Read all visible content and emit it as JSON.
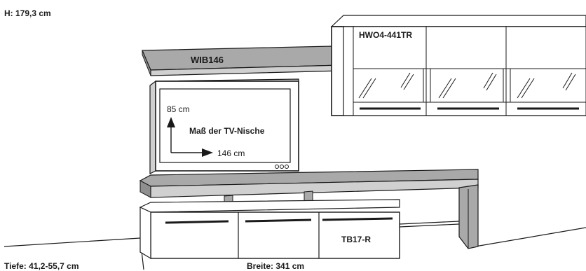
{
  "dimensions": {
    "height": "H: 179,3 cm",
    "depth": "Tiefe: 41,2-55,7 cm",
    "width": "Breite: 341 cm"
  },
  "parts": {
    "wall_shelf": "WIB146",
    "wall_cabinet": "HWO4-441TR",
    "tv_board": "TB17-R"
  },
  "tv": {
    "height_value": "85 cm",
    "width_value": "146 cm",
    "caption": "Maß der TV-Nische",
    "buttons": "ooo"
  },
  "colors": {
    "line": "#1a1a1a",
    "grey_fill": "#a9a9a9",
    "light_grey": "#d0d0d0",
    "white": "#ffffff"
  }
}
